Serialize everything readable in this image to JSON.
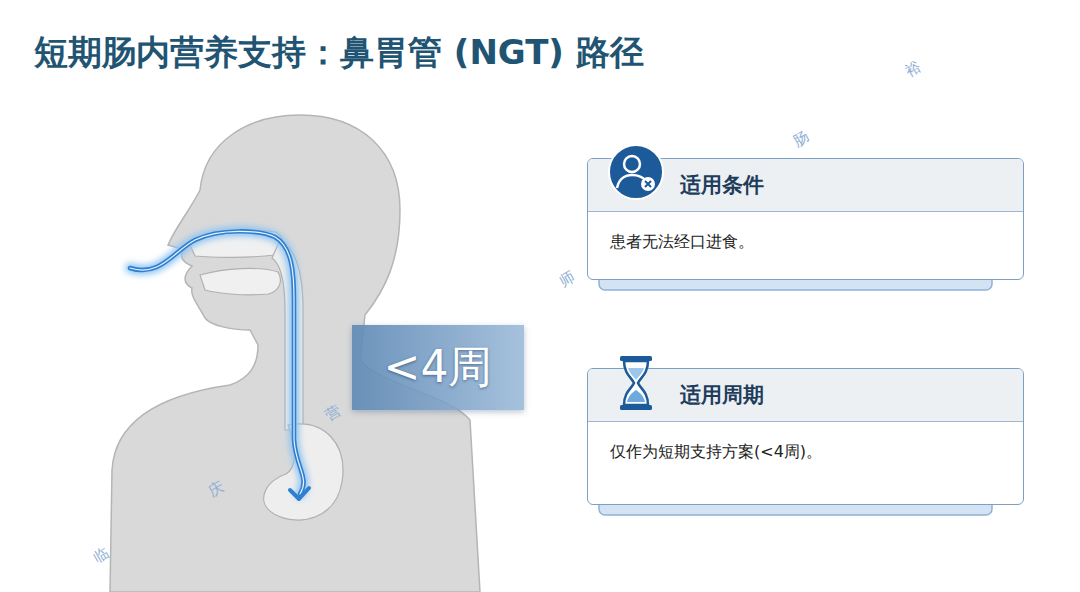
{
  "diagram": {
    "title": "短期肠内营养支持：鼻胃管 (NGT)  路径",
    "nodes": [
      {
        "text": [
          "<4周"
        ]
      },
      {
        "text": [
          "适用条件",
          "患者无法经口进食。"
        ]
      },
      {
        "text": [
          "适用周期",
          "仅作为短期支持方案(<4周)。"
        ]
      }
    ],
    "labels": [
      "裕",
      "肠",
      "师",
      "营",
      "庆",
      "临"
    ]
  }
}
